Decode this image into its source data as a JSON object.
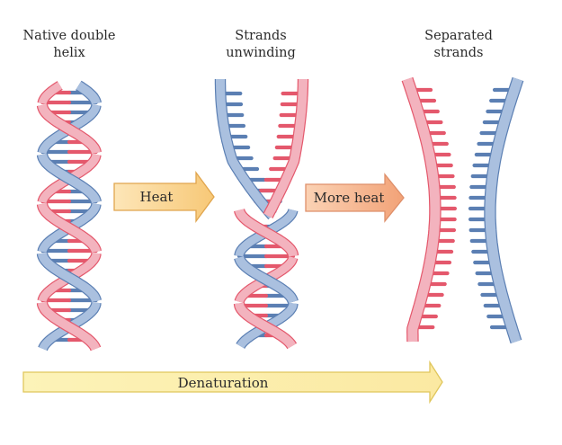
{
  "stages": [
    {
      "line1": "Native double",
      "line2": "helix"
    },
    {
      "line1": "Strands",
      "line2": "unwinding"
    },
    {
      "line1": "Separated",
      "line2": "strands"
    }
  ],
  "arrows": {
    "heat": "Heat",
    "more_heat": "More heat",
    "denaturation": "Denaturation"
  },
  "colors": {
    "blue_strand": "#5b7fb3",
    "blue_light": "#aac0df",
    "red_strand": "#e4586c",
    "red_light": "#f3b3be",
    "arrow_fill": "#fad79a",
    "arrow_stroke": "#e0a54d",
    "long_arrow_fill": "#fbf1ae",
    "long_arrow_stroke": "#e0c65c"
  }
}
